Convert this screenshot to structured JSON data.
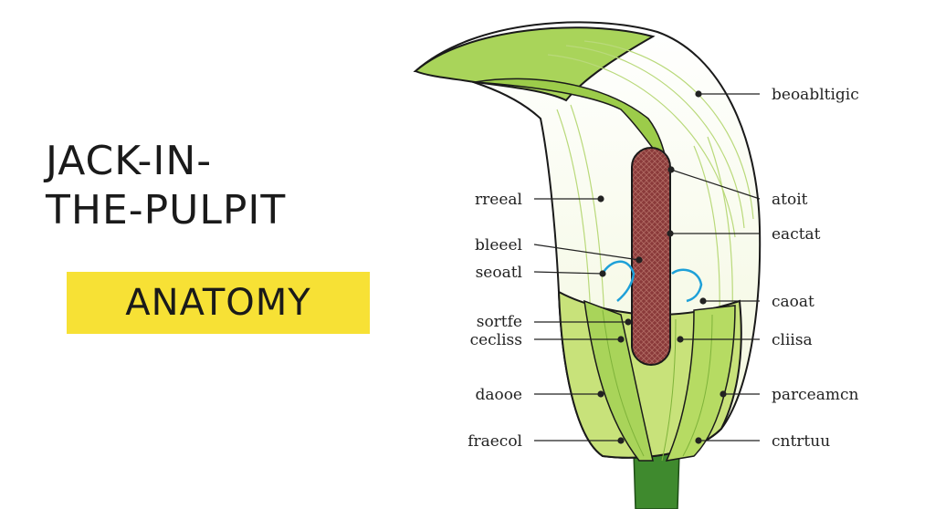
{
  "title": {
    "line1": "JACK-IN-",
    "line2": "THE-PULPIT"
  },
  "badge": {
    "text": "ANATOMY"
  },
  "labels_left": [
    {
      "text": "rreeal"
    },
    {
      "text": "bleeel"
    },
    {
      "text": "seoatl"
    },
    {
      "text": "sortfe"
    },
    {
      "text": "cecliss"
    },
    {
      "text": "daooe"
    },
    {
      "text": "fraecol"
    }
  ],
  "labels_right": [
    {
      "text": "beoabltigic"
    },
    {
      "text": "atoit"
    },
    {
      "text": "eactat"
    },
    {
      "text": "caoat"
    },
    {
      "text": "cliisa"
    },
    {
      "text": "parceamcn"
    },
    {
      "text": "cntrtuu"
    }
  ],
  "colors": {
    "leaf_green": "#a9d45a",
    "leaf_light": "#eef5c8",
    "stem": "#3f8a2e",
    "spadix": "#8a3a3a",
    "badge": "#f7e135",
    "accent_blue": "#1ea0d8"
  }
}
